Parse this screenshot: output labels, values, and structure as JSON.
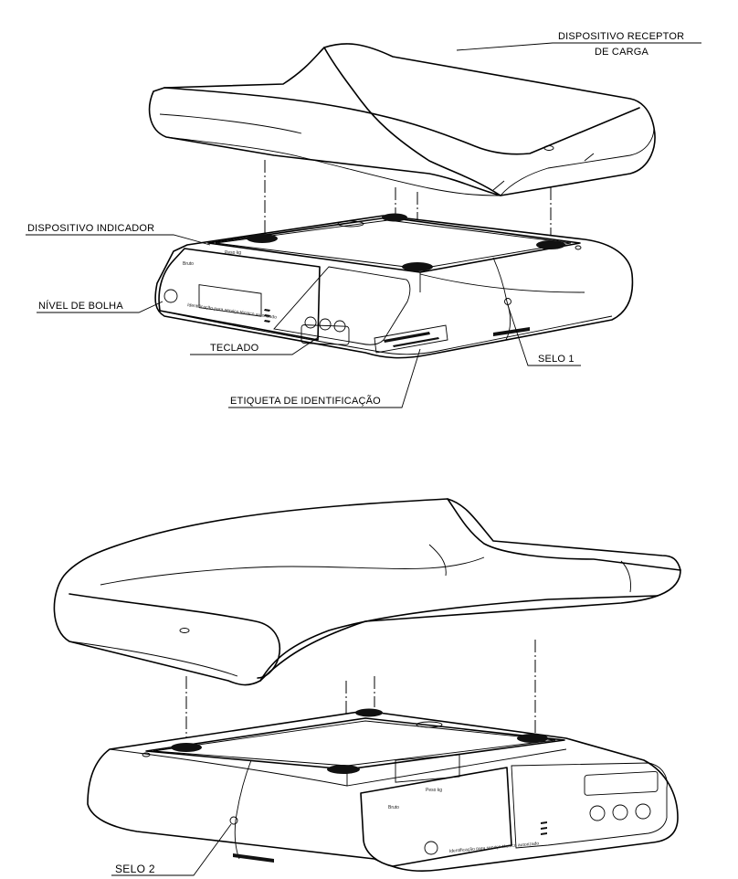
{
  "labels": {
    "receptor_line1": "DISPOSITIVO RECEPTOR",
    "receptor_line2": "DE CARGA",
    "indicador": "DISPOSITIVO INDICADOR",
    "nivel": "NÍVEL DE BOLHA",
    "teclado": "TECLADO",
    "selo1": "SELO 1",
    "etiqueta": "ETIQUETA DE IDENTIFICAÇÃO",
    "selo2": "SELO 2"
  },
  "icons": {
    "top_view_scale": "scale-top-view-drawing",
    "bottom_view_scale": "scale-rear-view-drawing"
  },
  "colors": {
    "line": "#000000",
    "background": "#ffffff"
  }
}
